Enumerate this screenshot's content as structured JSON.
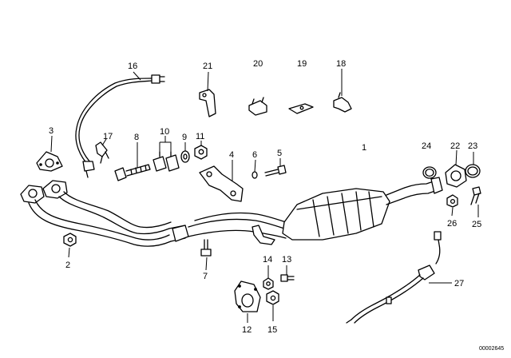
{
  "labels": {
    "l1": "1",
    "l2": "2",
    "l3": "3",
    "l4": "4",
    "l5": "5",
    "l6": "6",
    "l7": "7",
    "l8": "8",
    "l9": "9",
    "l10": "10",
    "l11": "11",
    "l12": "12",
    "l13": "13",
    "l14": "14",
    "l15": "15",
    "l16": "16",
    "l17": "17",
    "l18": "18",
    "l19": "19",
    "l20": "20",
    "l21": "21",
    "l22": "22",
    "l23": "23",
    "l24": "24",
    "l25": "25",
    "l26": "26",
    "l27": "27"
  },
  "drawing_code": "00002645"
}
